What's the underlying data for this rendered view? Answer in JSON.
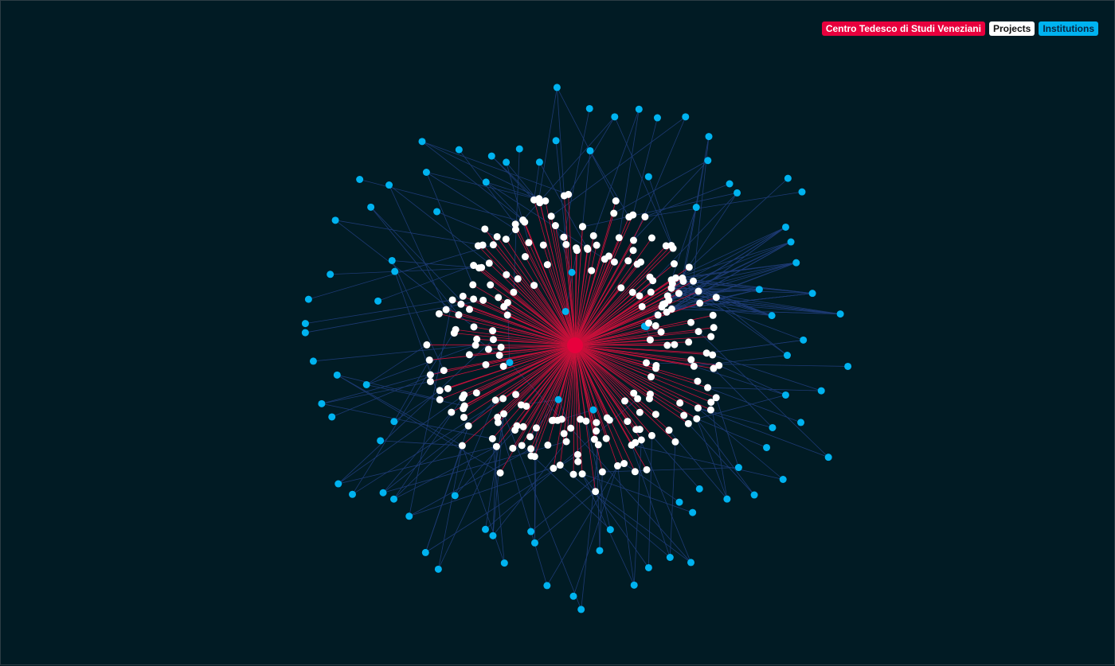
{
  "legend": {
    "center": "Centro Tedesco di Studi Veneziani",
    "projects": "Projects",
    "institutions": "Institutions"
  },
  "colors": {
    "background": "#011b24",
    "center": "#e8003d",
    "project": "#ffffff",
    "institution": "#00b3f0",
    "center_link": "#c8103a",
    "institution_link": "#1d3a73",
    "legend_projects_text": "#111111",
    "legend_institutions_text": "#0a2540"
  },
  "chart_data": {
    "type": "network",
    "node_groups": [
      {
        "group": "center",
        "count": 1
      },
      {
        "group": "projects",
        "count": 230
      },
      {
        "group": "institutions",
        "count": 95
      }
    ],
    "edge_groups": [
      {
        "from": "center",
        "to": "projects"
      },
      {
        "from": "institutions",
        "to": "projects"
      }
    ]
  }
}
